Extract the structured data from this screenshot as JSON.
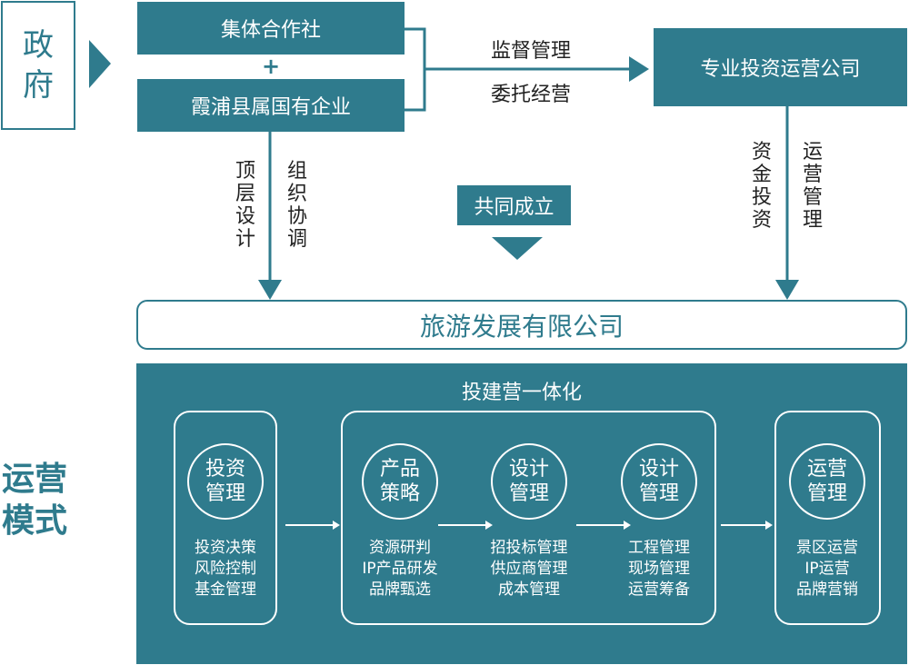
{
  "government": {
    "label_line1": "政",
    "label_line2": "府"
  },
  "top_boxes": {
    "collective": "集体合作社",
    "plus": "+",
    "state_owned": "霞浦县属国有企业"
  },
  "middle_arrow": {
    "label_top": "监督管理",
    "label_bottom": "委托经营"
  },
  "professional_company": "专业投资运营公司",
  "left_vertical": {
    "label_a": "顶层设计",
    "label_b": "组织协调"
  },
  "right_vertical": {
    "label_a": "资金投资",
    "label_b": "运营管理"
  },
  "joint_badge": "共同成立",
  "tourism_company": "旅游发展有限公司",
  "mode_label": {
    "line1": "运营",
    "line2": "模式"
  },
  "panel": {
    "title": "投建营一体化",
    "stages": [
      {
        "circle_line1": "投资",
        "circle_line2": "管理",
        "items": [
          "投资决策",
          "风险控制",
          "基金管理"
        ]
      },
      {
        "circle_line1": "产品",
        "circle_line2": "策略",
        "items": [
          "资源研判",
          "IP产品研发",
          "品牌甄选"
        ]
      },
      {
        "circle_line1": "设计",
        "circle_line2": "管理",
        "items": [
          "招投标管理",
          "供应商管理",
          "成本管理"
        ]
      },
      {
        "circle_line1": "设计",
        "circle_line2": "管理",
        "items": [
          "工程管理",
          "现场管理",
          "运营筹备"
        ]
      },
      {
        "circle_line1": "运营",
        "circle_line2": "管理",
        "items": [
          "景区运营",
          "IP运营",
          "品牌营销"
        ]
      }
    ]
  },
  "colors": {
    "primary": "#2f7b8d",
    "text_dark": "#222222",
    "white": "#ffffff"
  }
}
